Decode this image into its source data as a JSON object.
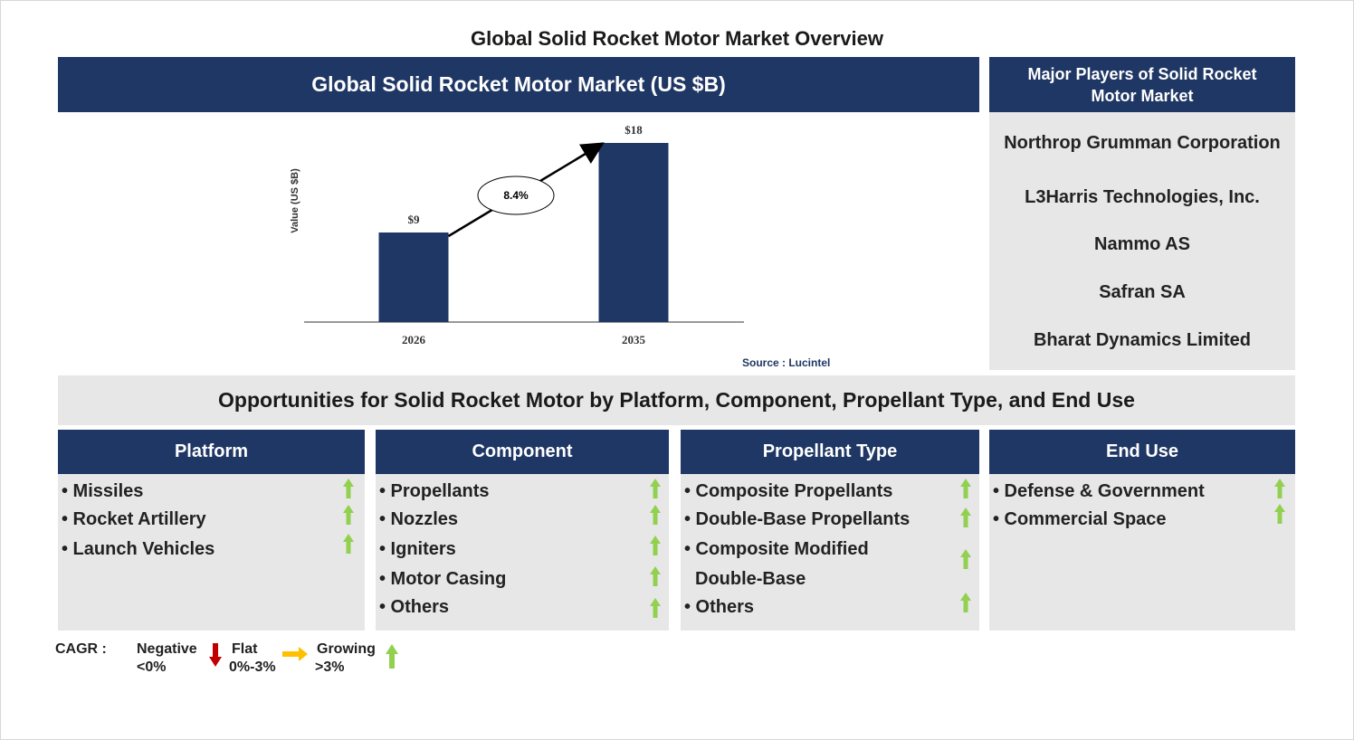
{
  "title": "Global Solid Rocket Motor Market Overview",
  "chart_header": "Global Solid Rocket Motor Market (US $B)",
  "chart_data": {
    "type": "bar",
    "categories": [
      "2026",
      "2035"
    ],
    "values": [
      9,
      18
    ],
    "value_labels": [
      "$9",
      "$18"
    ],
    "ylabel": "Value (US $B)",
    "cagr_label": "8.4%",
    "ylim": [
      0,
      20
    ],
    "bar_color": "#1f3764"
  },
  "source": "Source : Lucintel",
  "players": {
    "header": "Major Players of Solid Rocket Motor Market",
    "items": [
      "Northrop Grumman Corporation",
      "L3Harris Technologies, Inc.",
      "Nammo AS",
      "Safran SA",
      "Bharat Dynamics Limited"
    ]
  },
  "opportunities_title": "Opportunities for Solid Rocket Motor by Platform, Component, Propellant Type, and End Use",
  "categories": {
    "platform": {
      "header": "Platform",
      "items": [
        "• Missiles",
        "• Rocket Artillery",
        "• Launch Vehicles"
      ]
    },
    "component": {
      "header": "Component",
      "items": [
        "• Propellants",
        "• Nozzles",
        "• Igniters",
        "• Motor Casing",
        "• Others"
      ]
    },
    "propellant": {
      "header": "Propellant Type",
      "items": [
        "• Composite Propellants",
        "• Double-Base Propellants",
        "• Composite Modified",
        "Double-Base",
        "• Others"
      ]
    },
    "enduse": {
      "header": "End Use",
      "items": [
        "• Defense & Government",
        "• Commercial Space"
      ]
    }
  },
  "legend": {
    "label": "CAGR :",
    "negative": "Negative",
    "negative_range": "<0%",
    "flat": "Flat",
    "flat_range": "0%-3%",
    "growing": "Growing",
    "growing_range": ">3%"
  },
  "colors": {
    "navy": "#1f3764",
    "grey": "#e7e7e7",
    "green": "#92d050",
    "red": "#c00000",
    "orange": "#ffc000"
  }
}
